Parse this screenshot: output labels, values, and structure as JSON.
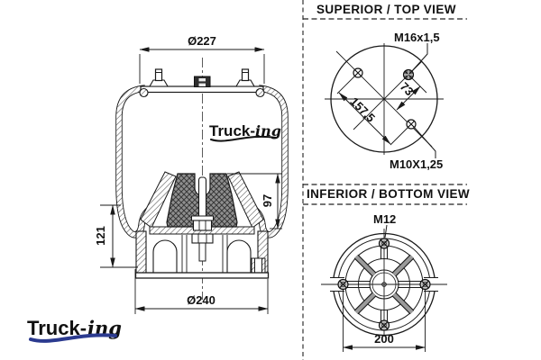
{
  "side_view": {
    "dim_top": "Ø227",
    "dim_left": "121",
    "dim_right": "97",
    "dim_bottom": "Ø240",
    "watermark": {
      "main": "Truck-",
      "suffix": "ing"
    }
  },
  "brand_logo": {
    "main": "Truck-",
    "suffix": "ing"
  },
  "top_view": {
    "title": "SUPERIOR / TOP VIEW",
    "thread_label_top": "M16x1,5",
    "thread_label_bottom": "M10X1,25",
    "dim_diagonal": "157,5",
    "dim_offset": "73"
  },
  "bottom_view": {
    "title": "INFERIOR / BOTTOM VIEW",
    "thread_label": "M12",
    "dim_width": "200"
  },
  "colors": {
    "line": "#1a1a1a",
    "brand_blue": "#2b3a8f",
    "brand_orange": "#f4791f"
  }
}
